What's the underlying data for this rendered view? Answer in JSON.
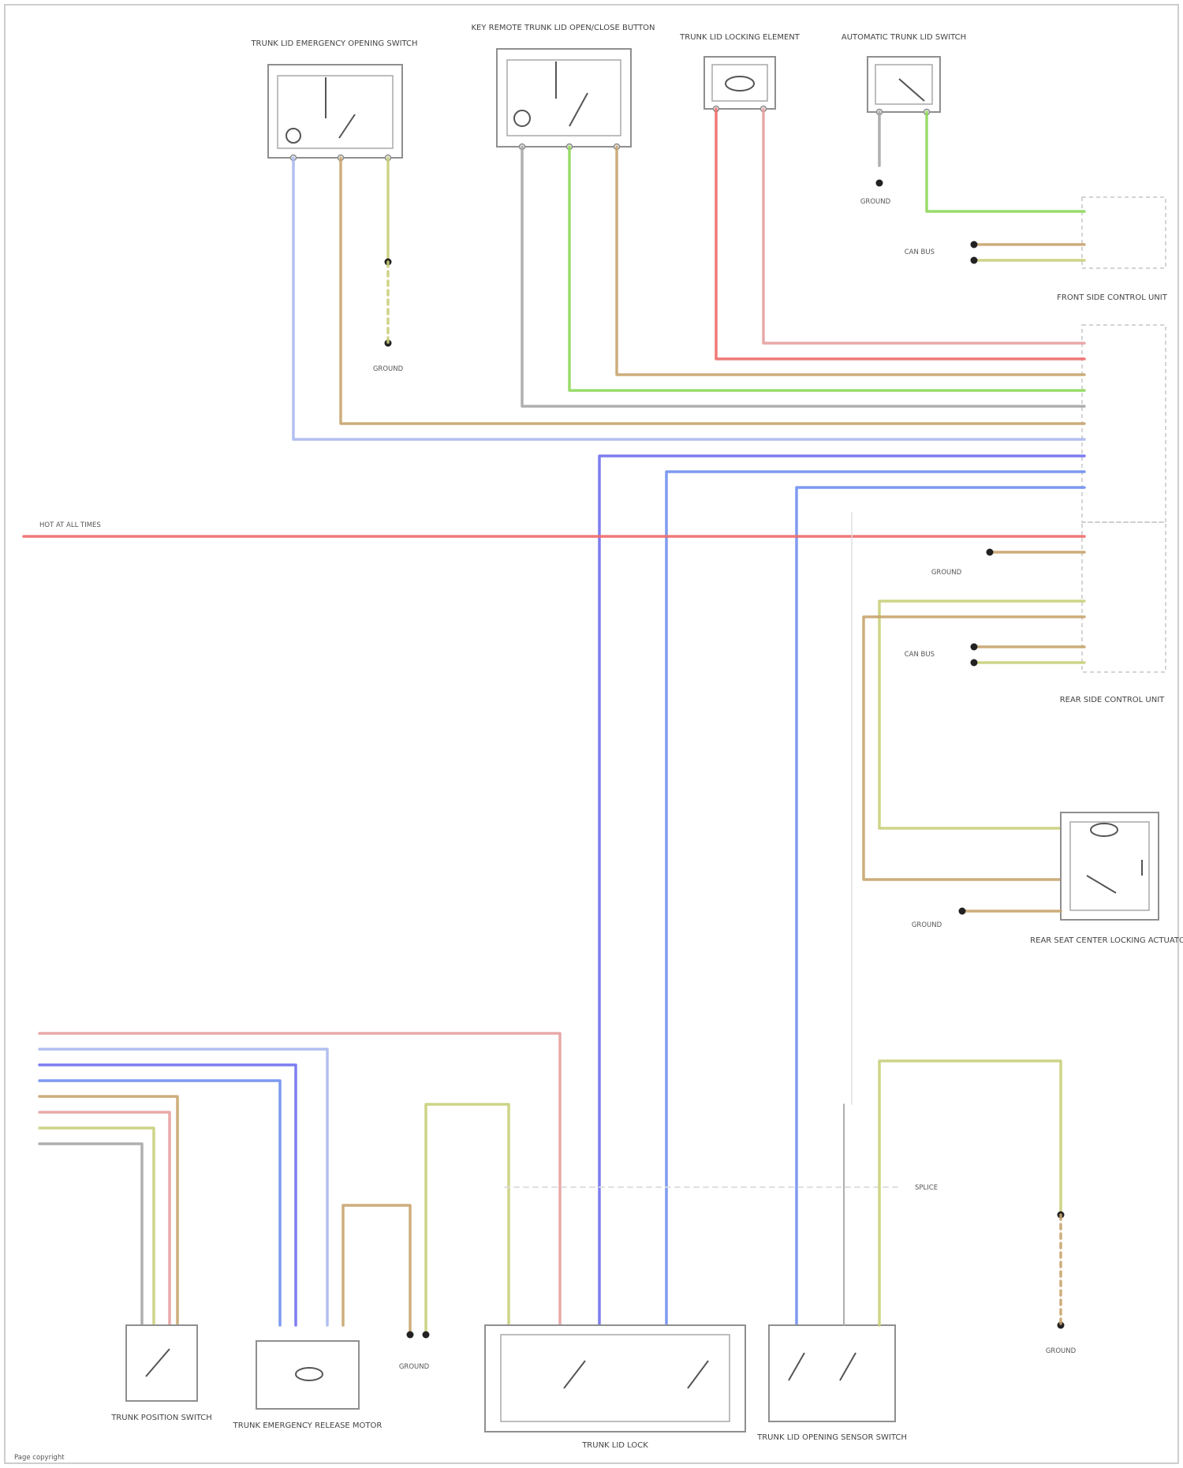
{
  "colors": {
    "black": "#555555",
    "brown": "#c8a46e",
    "green": "#8ed85a",
    "red": "#f06a6a",
    "violet": "#6f6ff0",
    "blue": "#6f8ff0",
    "pink": "#e7a0a0",
    "light_blue": "#aab8ef",
    "yellow_green": "#c9cf7a",
    "grey": "#a6a6a6"
  },
  "labels": {
    "top_connector_ref": "—",
    "power_feed": "HOT AT ALL TIMES",
    "footer": "Page copyright"
  },
  "components": [
    {
      "id": "c1",
      "label": "TRUNK LID EMERGENCY OPENING SWITCH"
    },
    {
      "id": "c2",
      "label": "KEY REMOTE TRUNK LID OPEN/CLOSE BUTTON"
    },
    {
      "id": "c3",
      "label": "TRUNK LID LOCKING ELEMENT"
    },
    {
      "id": "c4",
      "label": "AUTOMATIC TRUNK LID SWITCH"
    },
    {
      "id": "c5",
      "label": "REAR SEAT CENTER LOCKING ACTUATOR"
    },
    {
      "id": "c6",
      "label": "TRUNK POSITION SWITCH"
    },
    {
      "id": "c7",
      "label": "TRUNK EMERGENCY RELEASE MOTOR"
    },
    {
      "id": "c8",
      "label": "TRUNK LID LOCK"
    },
    {
      "id": "c9",
      "label": "TRUNK LID OPENING SENSOR SWITCH"
    }
  ],
  "modules": [
    {
      "id": "m1",
      "label": "FRONT SIDE CONTROL UNIT"
    },
    {
      "id": "m2",
      "label": "REAR SIDE CONTROL UNIT"
    }
  ],
  "grounds": [
    "GROUND",
    "GROUND",
    "GROUND",
    "GROUND",
    "GROUND",
    "GROUND"
  ],
  "can_bus_labels": [
    "CAN BUS",
    "CAN BUS"
  ],
  "splice_label": "SPLICE"
}
